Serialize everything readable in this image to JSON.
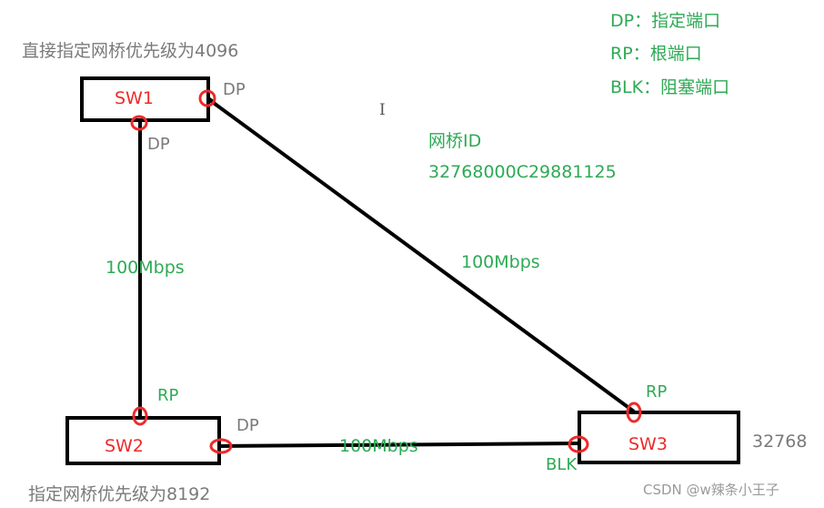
{
  "colors": {
    "link": "#000000",
    "switch_border": "#000000",
    "port_marker": "#ee2a2a",
    "switch_label": "#ee2a2a",
    "annotation_green": "#2eaa55",
    "annotation_gray": "#7a7a7a"
  },
  "legend": [
    {
      "abbr": "DP",
      "sep": "：",
      "meaning": "指定端口"
    },
    {
      "abbr": "RP",
      "sep": "：",
      "meaning": "根端口"
    },
    {
      "abbr": "BLK",
      "sep": "：",
      "meaning": "阻塞端口"
    }
  ],
  "bridge_id": {
    "label": "网桥ID",
    "value": "32768000C29881125"
  },
  "switches": {
    "sw1": {
      "name": "SW1",
      "note": "直接指定网桥优先级为4096"
    },
    "sw2": {
      "name": "SW2",
      "note": "指定网桥优先级为8192"
    },
    "sw3": {
      "name": "SW3",
      "note": "32768"
    }
  },
  "ports": {
    "sw1_right": "DP",
    "sw1_bottom": "DP",
    "sw2_top": "RP",
    "sw2_right": "DP",
    "sw3_top": "RP",
    "sw3_left": "BLK"
  },
  "links": {
    "sw1_sw2": "100Mbps",
    "sw1_sw3": "100Mbps",
    "sw2_sw3": "100Mbps"
  },
  "cursor_glyph": "I",
  "watermark": "CSDN @w辣条小王子"
}
